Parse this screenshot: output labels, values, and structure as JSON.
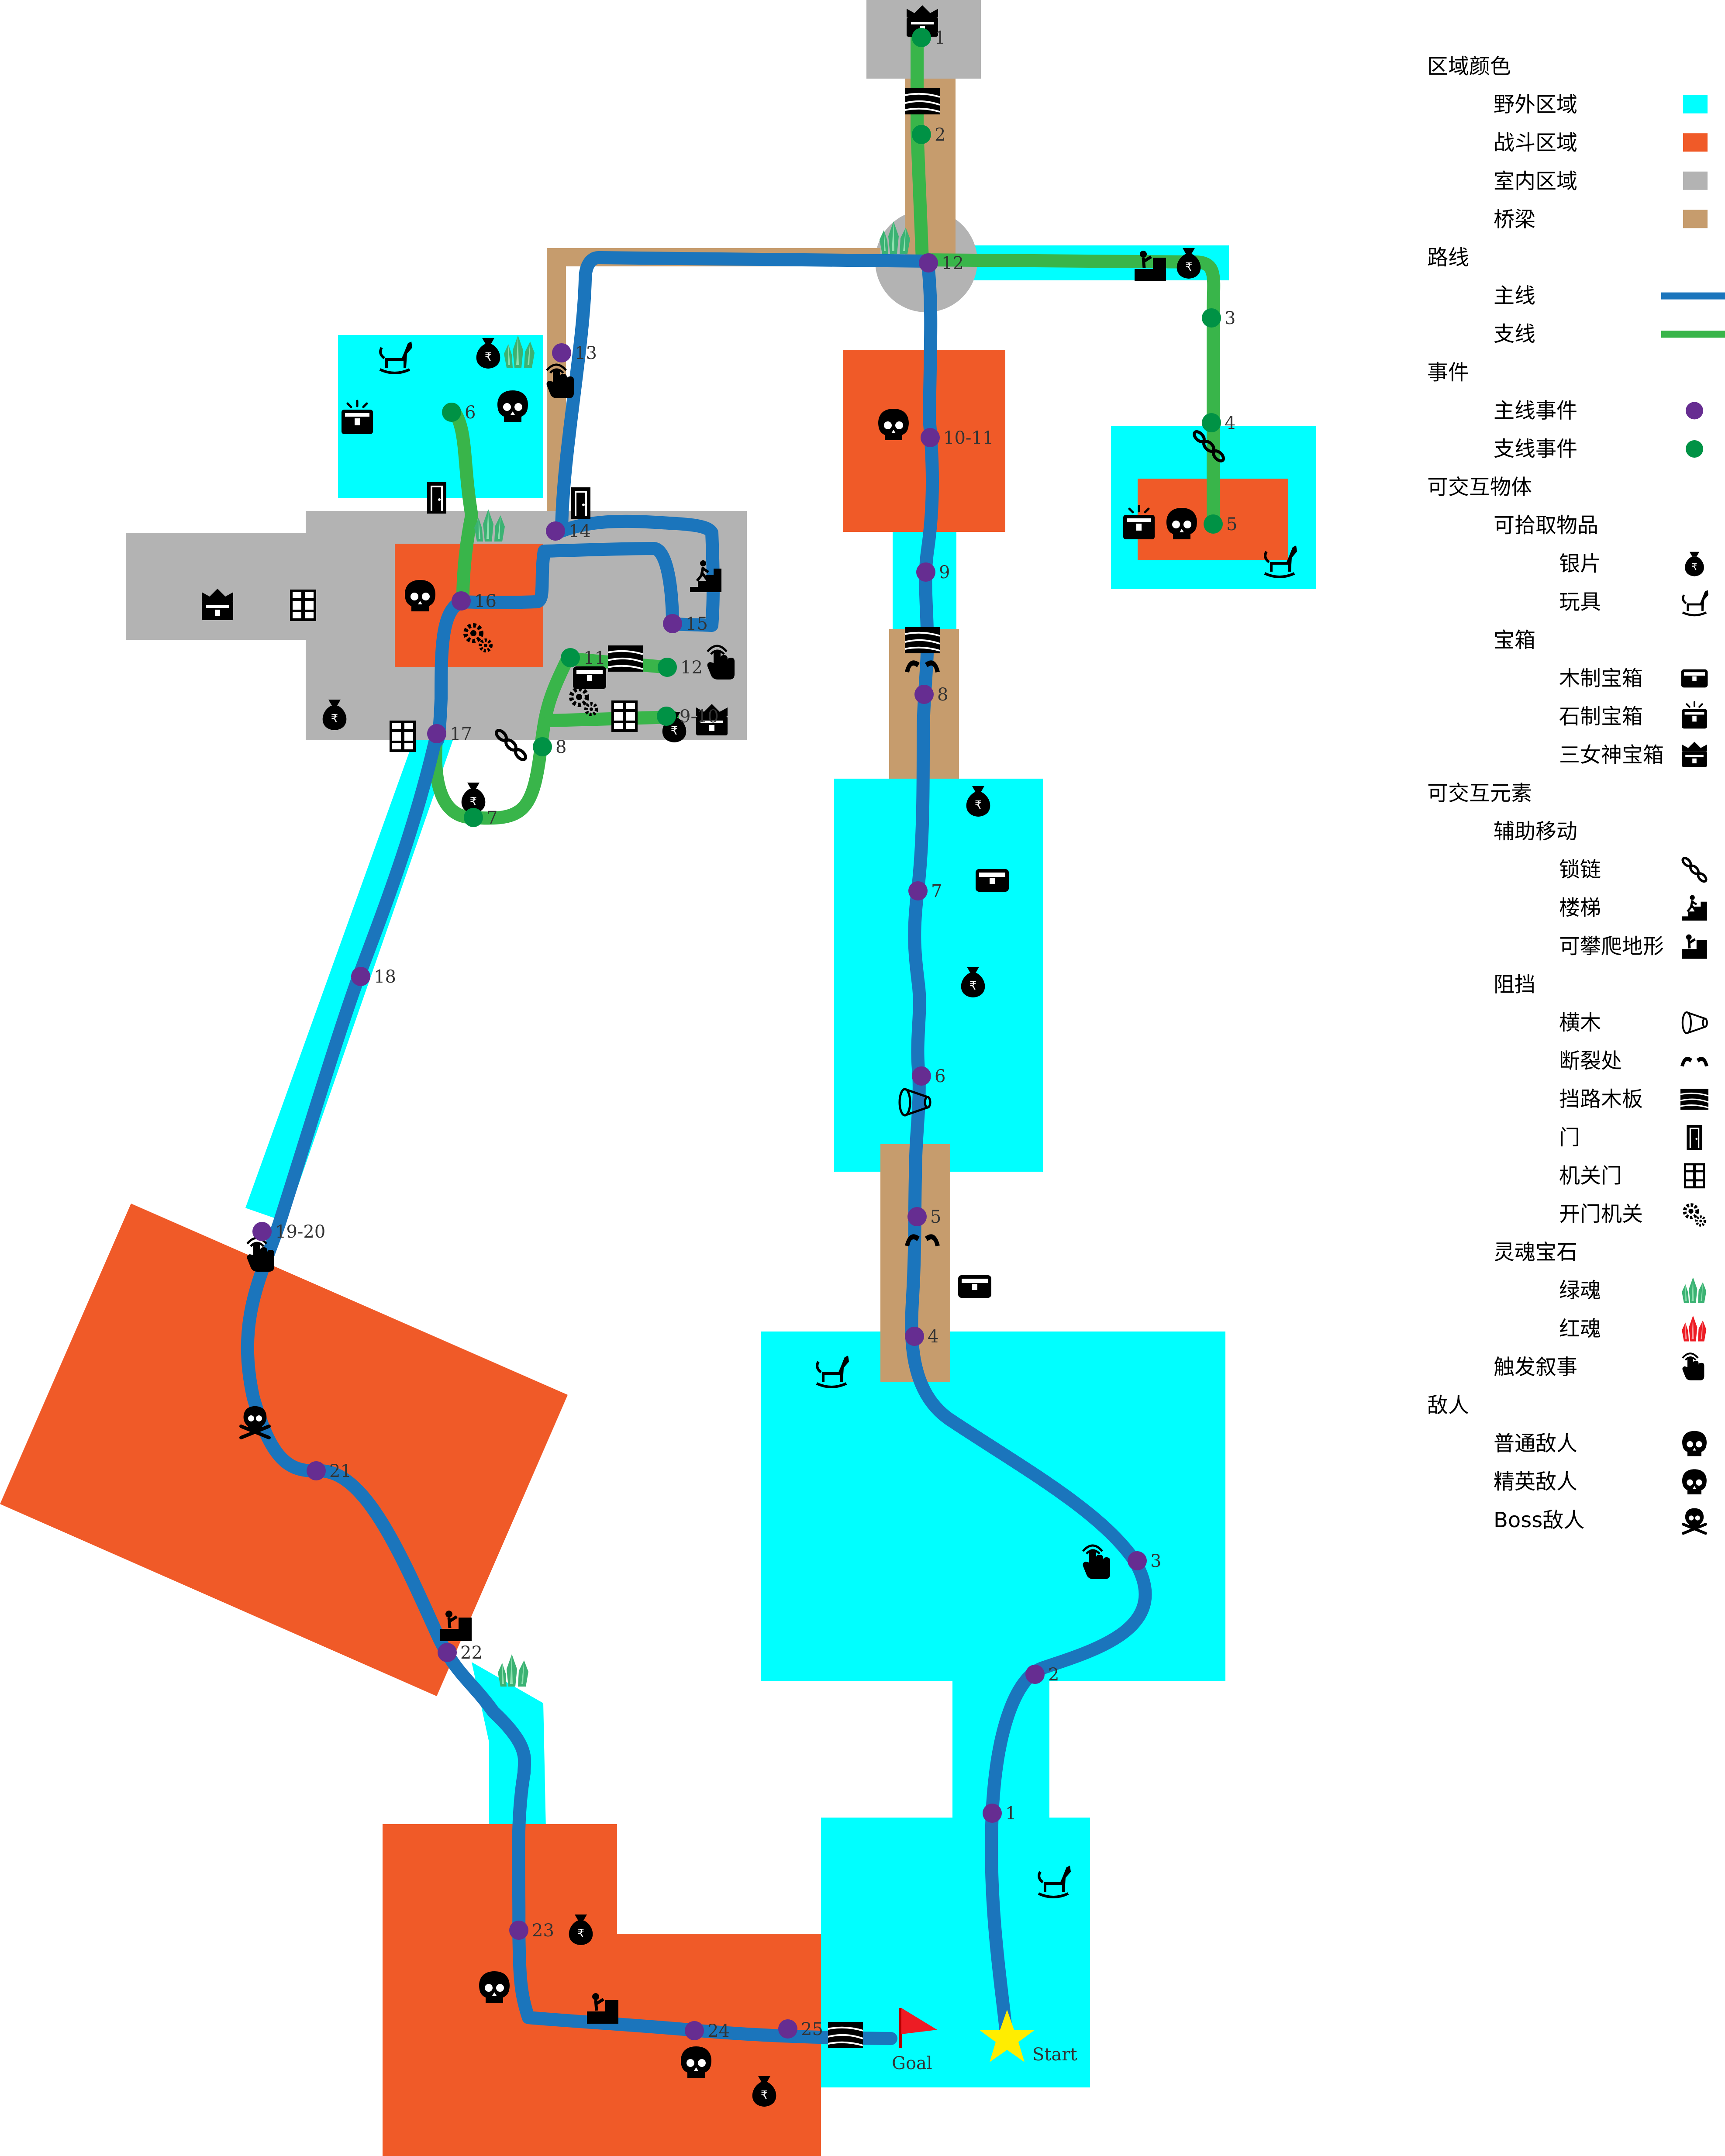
{
  "colors": {
    "wild": "#00ffff",
    "combat": "#f05a28",
    "indoor": "#b3b3b3",
    "bridge": "#c69c6d",
    "main_line": "#1b75bc",
    "side_line": "#39b54a",
    "main_event": "#662d91",
    "side_event": "#009245",
    "red_soul": "#ed1c24",
    "green_soul": "#3bb273",
    "start_star": "#ffed00",
    "goal_flag": "#ed1c24"
  },
  "map": {
    "main_events": [
      "1",
      "2",
      "3",
      "4",
      "5",
      "6",
      "7",
      "8",
      "9",
      "10-11",
      "12",
      "13",
      "14",
      "15",
      "16",
      "17",
      "18",
      "19-20",
      "21",
      "22",
      "23",
      "24",
      "25"
    ],
    "side_events": [
      "1",
      "2",
      "3",
      "4",
      "5",
      "6",
      "7",
      "8",
      "9-10",
      "11",
      "12"
    ],
    "start_label": "Start",
    "goal_label": "Goal"
  },
  "legend": {
    "area_colors_title": "区域颜色",
    "areas": [
      {
        "label": "野外区域",
        "color": "#00ffff"
      },
      {
        "label": "战斗区域",
        "color": "#f05a28"
      },
      {
        "label": "室内区域",
        "color": "#b3b3b3"
      },
      {
        "label": "桥梁",
        "color": "#c69c6d"
      }
    ],
    "routes_title": "路线",
    "routes": [
      {
        "label": "主线",
        "color": "#1b75bc"
      },
      {
        "label": "支线",
        "color": "#39b54a"
      }
    ],
    "events_title": "事件",
    "events": [
      {
        "label": "主线事件",
        "color": "#662d91"
      },
      {
        "label": "支线事件",
        "color": "#009245"
      }
    ],
    "interactables_title": "可交互物体",
    "pickups_title": "可拾取物品",
    "pickups": [
      {
        "label": "银片",
        "icon": "money-bag-icon"
      },
      {
        "label": "玩具",
        "icon": "rocking-horse-icon"
      }
    ],
    "chests_title": "宝箱",
    "chests": [
      {
        "label": "木制宝箱",
        "icon": "wooden-chest-icon"
      },
      {
        "label": "石制宝箱",
        "icon": "stone-chest-icon"
      },
      {
        "label": "三女神宝箱",
        "icon": "goddess-chest-icon"
      }
    ],
    "elements_title": "可交互元素",
    "movement_title": "辅助移动",
    "movement": [
      {
        "label": "锁链",
        "icon": "chain-icon"
      },
      {
        "label": "楼梯",
        "icon": "stairs-icon"
      },
      {
        "label": "可攀爬地形",
        "icon": "climbable-icon"
      }
    ],
    "blocking_title": "阻挡",
    "blocking": [
      {
        "label": "横木",
        "icon": "log-icon"
      },
      {
        "label": "断裂处",
        "icon": "break-icon"
      },
      {
        "label": "挡路木板",
        "icon": "planks-icon"
      },
      {
        "label": "门",
        "icon": "door-icon"
      },
      {
        "label": "机关门",
        "icon": "mechanism-door-icon"
      },
      {
        "label": "开门机关",
        "icon": "gear-switch-icon"
      }
    ],
    "soul_title": "灵魂宝石",
    "souls": [
      {
        "label": "绿魂",
        "icon": "green-soul-icon",
        "color": "#3bb273"
      },
      {
        "label": "红魂",
        "icon": "red-soul-icon",
        "color": "#ed1c24"
      }
    ],
    "narrative_label": "触发叙事",
    "narrative_icon": "tap-icon",
    "enemies_title": "敌人",
    "enemies": [
      {
        "label": "普通敌人",
        "icon": "skull-icon"
      },
      {
        "label": "精英敌人",
        "icon": "elite-skull-icon"
      },
      {
        "label": "Boss敌人",
        "icon": "boss-skull-icon"
      }
    ]
  }
}
